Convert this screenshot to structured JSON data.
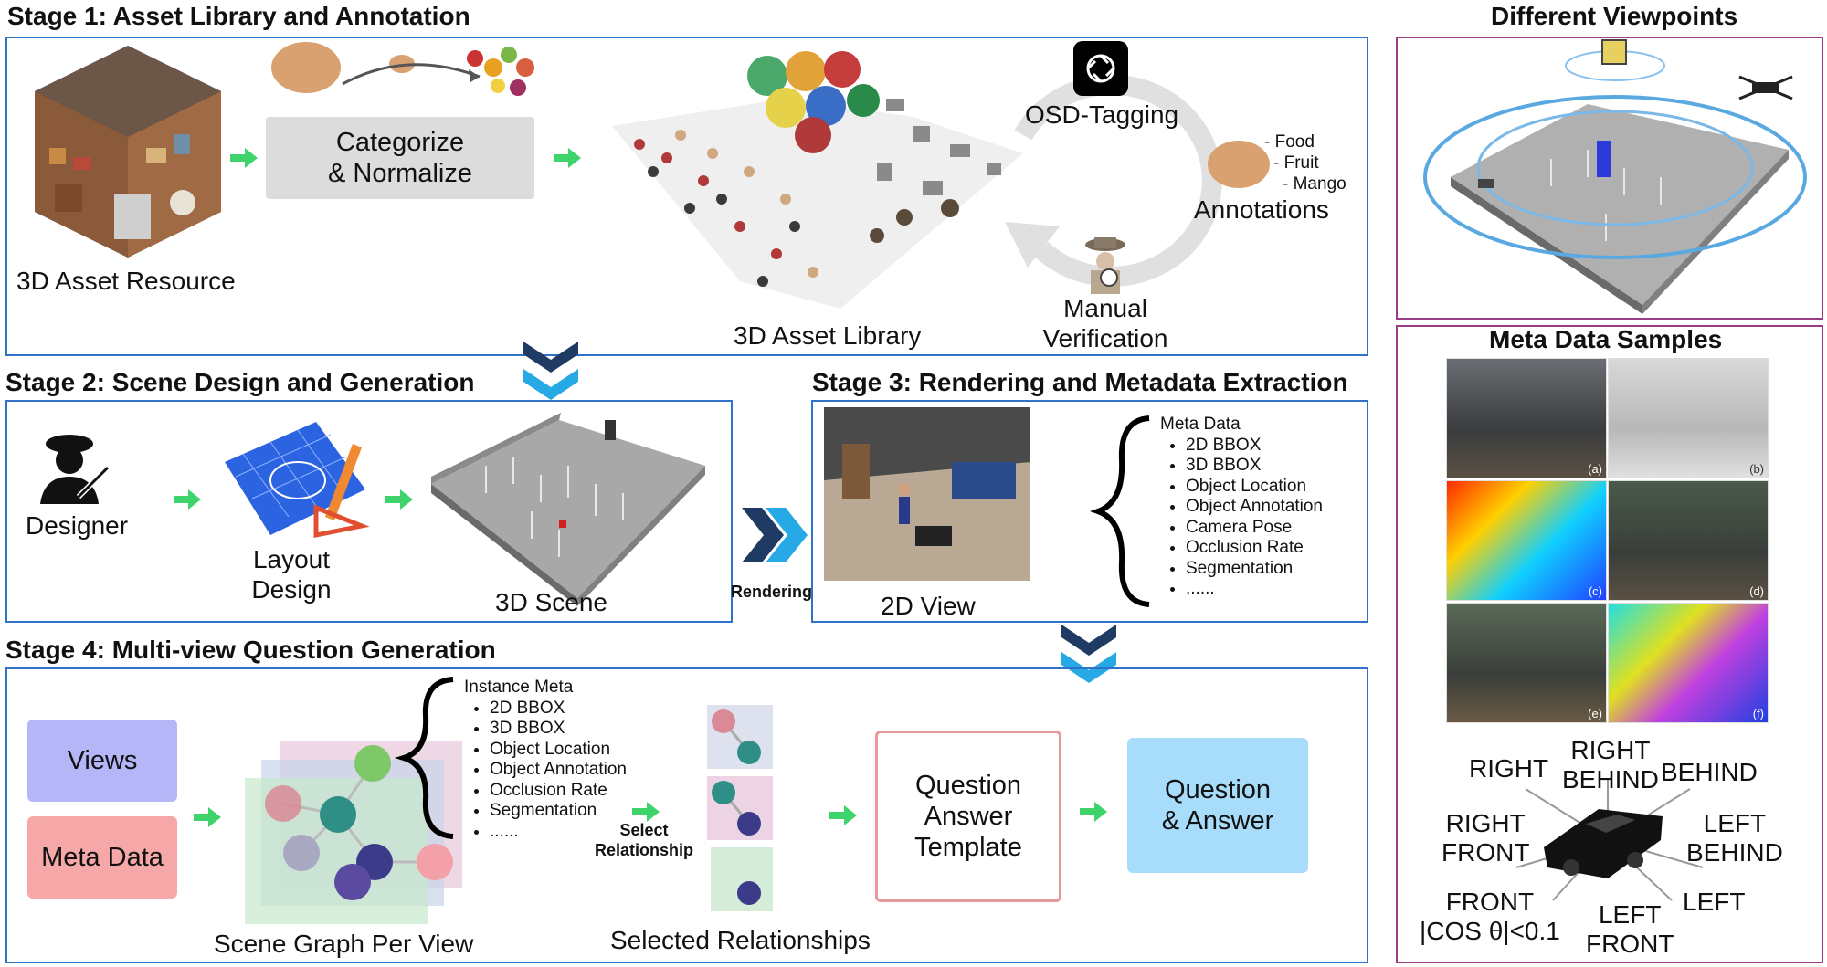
{
  "stage1": {
    "title": "Stage 1: Asset Library and Annotation",
    "resource_label": "3D Asset Resource",
    "categorize_line1": "Categorize",
    "categorize_line2": "& Normalize",
    "library_label": "3D Asset Library",
    "osd_label": "OSD-Tagging",
    "annotation_items": [
      "- Food",
      "- Fruit",
      "- Mango"
    ],
    "annotations_label": "Annotations",
    "manual_line1": "Manual",
    "manual_line2": "Verification"
  },
  "stage2": {
    "title": "Stage 2: Scene Design and Generation",
    "designer_label": "Designer",
    "layout_line1": "Layout",
    "layout_line2": "Design",
    "scene_label": "3D Scene"
  },
  "rendering_label": "Rendering",
  "stage3": {
    "title": "Stage 3: Rendering and Metadata Extraction",
    "view_label": "2D View",
    "meta_title": "Meta Data",
    "meta_items": [
      "2D BBOX",
      "3D BBOX",
      "Object Location",
      "Object Annotation",
      "Camera Pose",
      "Occlusion Rate",
      "Segmentation",
      "......"
    ]
  },
  "stage4": {
    "title": "Stage 4: Multi-view Question Generation",
    "views_label": "Views",
    "meta_label": "Meta Data",
    "graph_label": "Scene Graph Per View",
    "instance_title": "Instance Meta",
    "instance_items": [
      "2D BBOX",
      "3D BBOX",
      "Object Location",
      "Object Annotation",
      "Occlusion Rate",
      "Segmentation",
      "......"
    ],
    "select_line1": "Select",
    "select_line2": "Relationship",
    "selected_label": "Selected Relationships",
    "template_line1": "Question",
    "template_line2": "Answer",
    "template_line3": "Template",
    "qa_line1": "Question",
    "qa_line2": "& Answer"
  },
  "viewpoints": {
    "title": "Different Viewpoints"
  },
  "samples": {
    "title": "Meta Data Samples",
    "tags": [
      "(a)",
      "(b)",
      "(c)",
      "(d)",
      "(e)",
      "(f)"
    ],
    "directions": {
      "right": "RIGHT",
      "right_behind_1": "RIGHT",
      "right_behind_2": "BEHIND",
      "behind": "BEHIND",
      "right_front_1": "RIGHT",
      "right_front_2": "FRONT",
      "left_behind_1": "LEFT",
      "left_behind_2": "BEHIND",
      "front": "FRONT",
      "cos": "|COS θ|<0.1",
      "left_front_1": "LEFT",
      "left_front_2": "FRONT",
      "left": "LEFT"
    }
  },
  "colors": {
    "panel_border": "#2f73c8",
    "side_border": "#9a3d87",
    "arrow_green": "#3fd36b",
    "chevron_dark": "#1f3a63",
    "chevron_light": "#27a9e6",
    "views_fill": "#b4b6f7",
    "meta_fill": "#f6a8a8",
    "qa_fill": "#a7dcfa",
    "template_border": "#e79a9a",
    "node_green": "#7ec86a",
    "node_teal": "#2f8f86",
    "node_navy": "#3b3b8a",
    "node_pink": "#d98a96"
  }
}
